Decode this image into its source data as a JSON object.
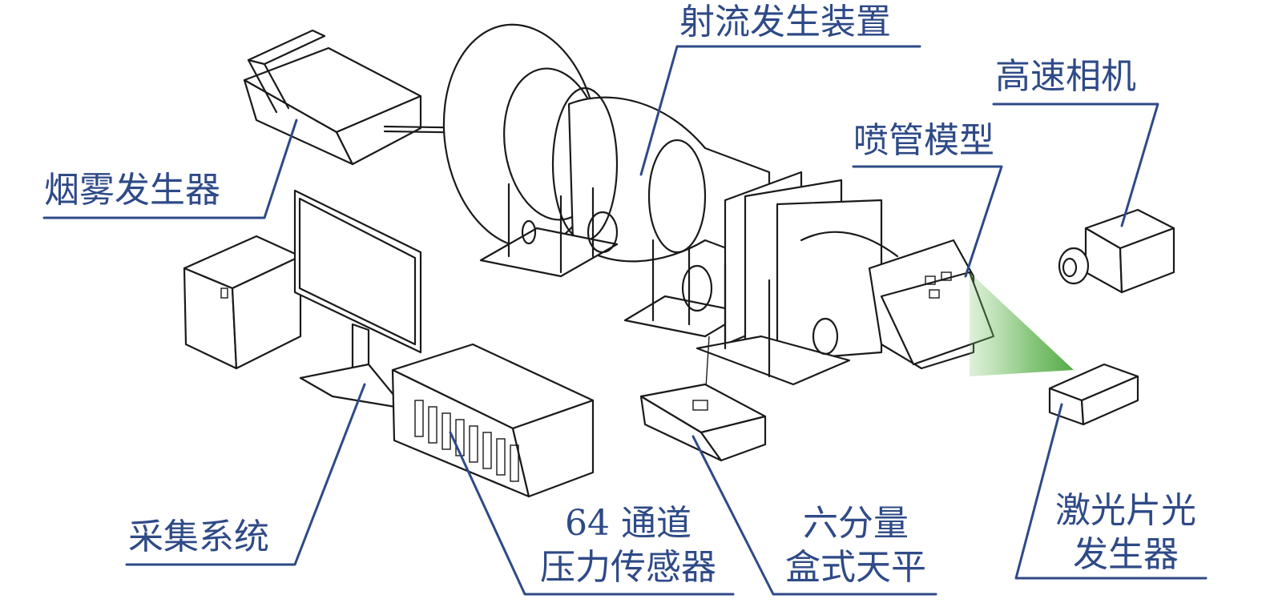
{
  "labels": {
    "jet_generator": "射流发生装置",
    "smoke_generator": "烟雾发生器",
    "high_speed_camera": "高速相机",
    "nozzle_model": "喷管模型",
    "acquisition_system": "采集系统",
    "pressure_sensor_line1": "64 通道",
    "pressure_sensor_line2": "压力传感器",
    "balance_line1": "六分量",
    "balance_line2": "盒式天平",
    "laser_line1": "激光片光",
    "laser_line2": "发生器"
  },
  "colors": {
    "label_text": "#2e4a87",
    "leader_line": "#2e4a87",
    "equipment_outline": "#1a1a1a",
    "laser_sheet": "#7ac46a"
  }
}
